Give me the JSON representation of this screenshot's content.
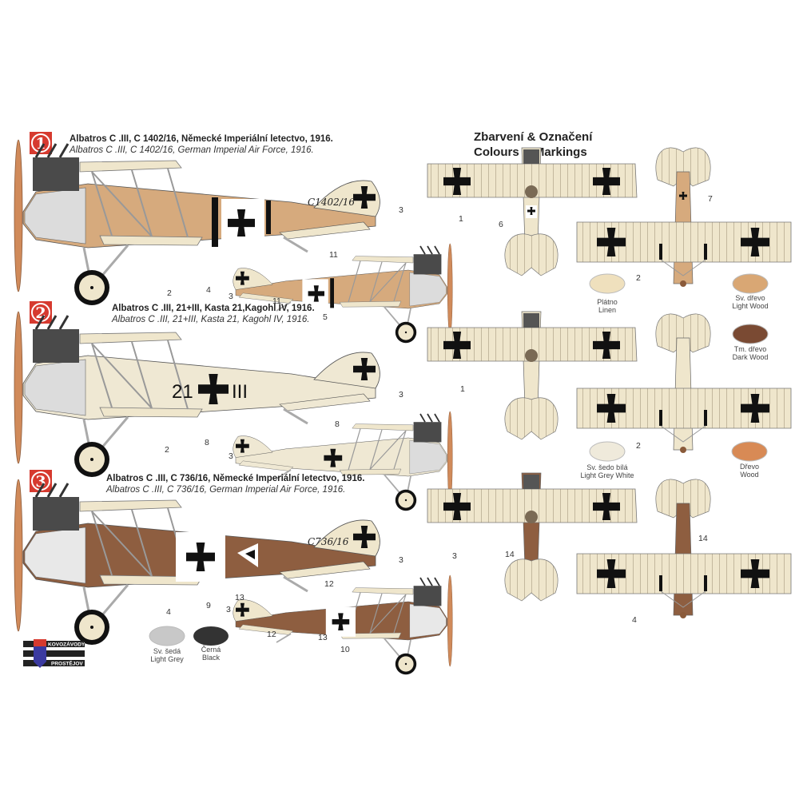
{
  "header": {
    "title_cz": "Zbarvení & Označení",
    "title_en": "Colours & Markings"
  },
  "profiles": [
    {
      "badge": "1",
      "title_cz": "Albatros C .III, C 1402/16, Německé Imperiální letectvo, 1916.",
      "title_en": "Albatros C .III, C 1402/16, German Imperial Air Force, 1916.",
      "serial": "C1402/16",
      "fuselage_color": "#d6aa7d",
      "callouts": [
        "3",
        "11",
        "2",
        "4",
        "3",
        "11",
        "5",
        "1",
        "6",
        "7",
        "2"
      ]
    },
    {
      "badge": "2",
      "title_cz": "Albatros C .III, 21+III, Kasta 21,Kagohl IV, 1916.",
      "title_en": "Albatros C .III, 21+III, Kasta 21, Kagohl IV, 1916.",
      "code_left": "21",
      "code_right": "III",
      "fuselage_color": "#efe8d3",
      "callouts": [
        "3",
        "2",
        "8",
        "8",
        "3",
        "1",
        "2"
      ]
    },
    {
      "badge": "3",
      "title_cz": "Albatros C .III, C 736/16, Německé Imperiální letectvo, 1916.",
      "title_en": "Albatros C .III, C 736/16, German Imperial Air Force, 1916.",
      "serial": "C736/16",
      "fuselage_color": "#8e5e40",
      "callouts": [
        "3",
        "12",
        "9",
        "4",
        "13",
        "3",
        "12",
        "13",
        "10",
        "3",
        "14",
        "14",
        "4"
      ]
    }
  ],
  "paints": [
    {
      "cz": "Plátno",
      "en": "Linen",
      "color": "#efe0bd"
    },
    {
      "cz": "Sv. dřevo",
      "en": "Light Wood",
      "color": "#d9a774"
    },
    {
      "cz": "Tm. dřevo",
      "en": "Dark Wood",
      "color": "#7a4a33"
    },
    {
      "cz": "Sv. šedo bílá",
      "en": "Light Grey White",
      "color": "#efeadb"
    },
    {
      "cz": "Dřevo",
      "en": "Wood",
      "color": "#d88a55"
    },
    {
      "cz": "Sv. šedá",
      "en": "Light Grey",
      "color": "#c8c8c8"
    },
    {
      "cz": "Černá",
      "en": "Black",
      "color": "#333333"
    }
  ],
  "logo": {
    "line1": "KOVOZÁVODY",
    "line2": "PROSTĚJOV"
  },
  "colors": {
    "badge_red": "#d63a2f",
    "linen": "#efe6cc",
    "cross": "#111111"
  }
}
